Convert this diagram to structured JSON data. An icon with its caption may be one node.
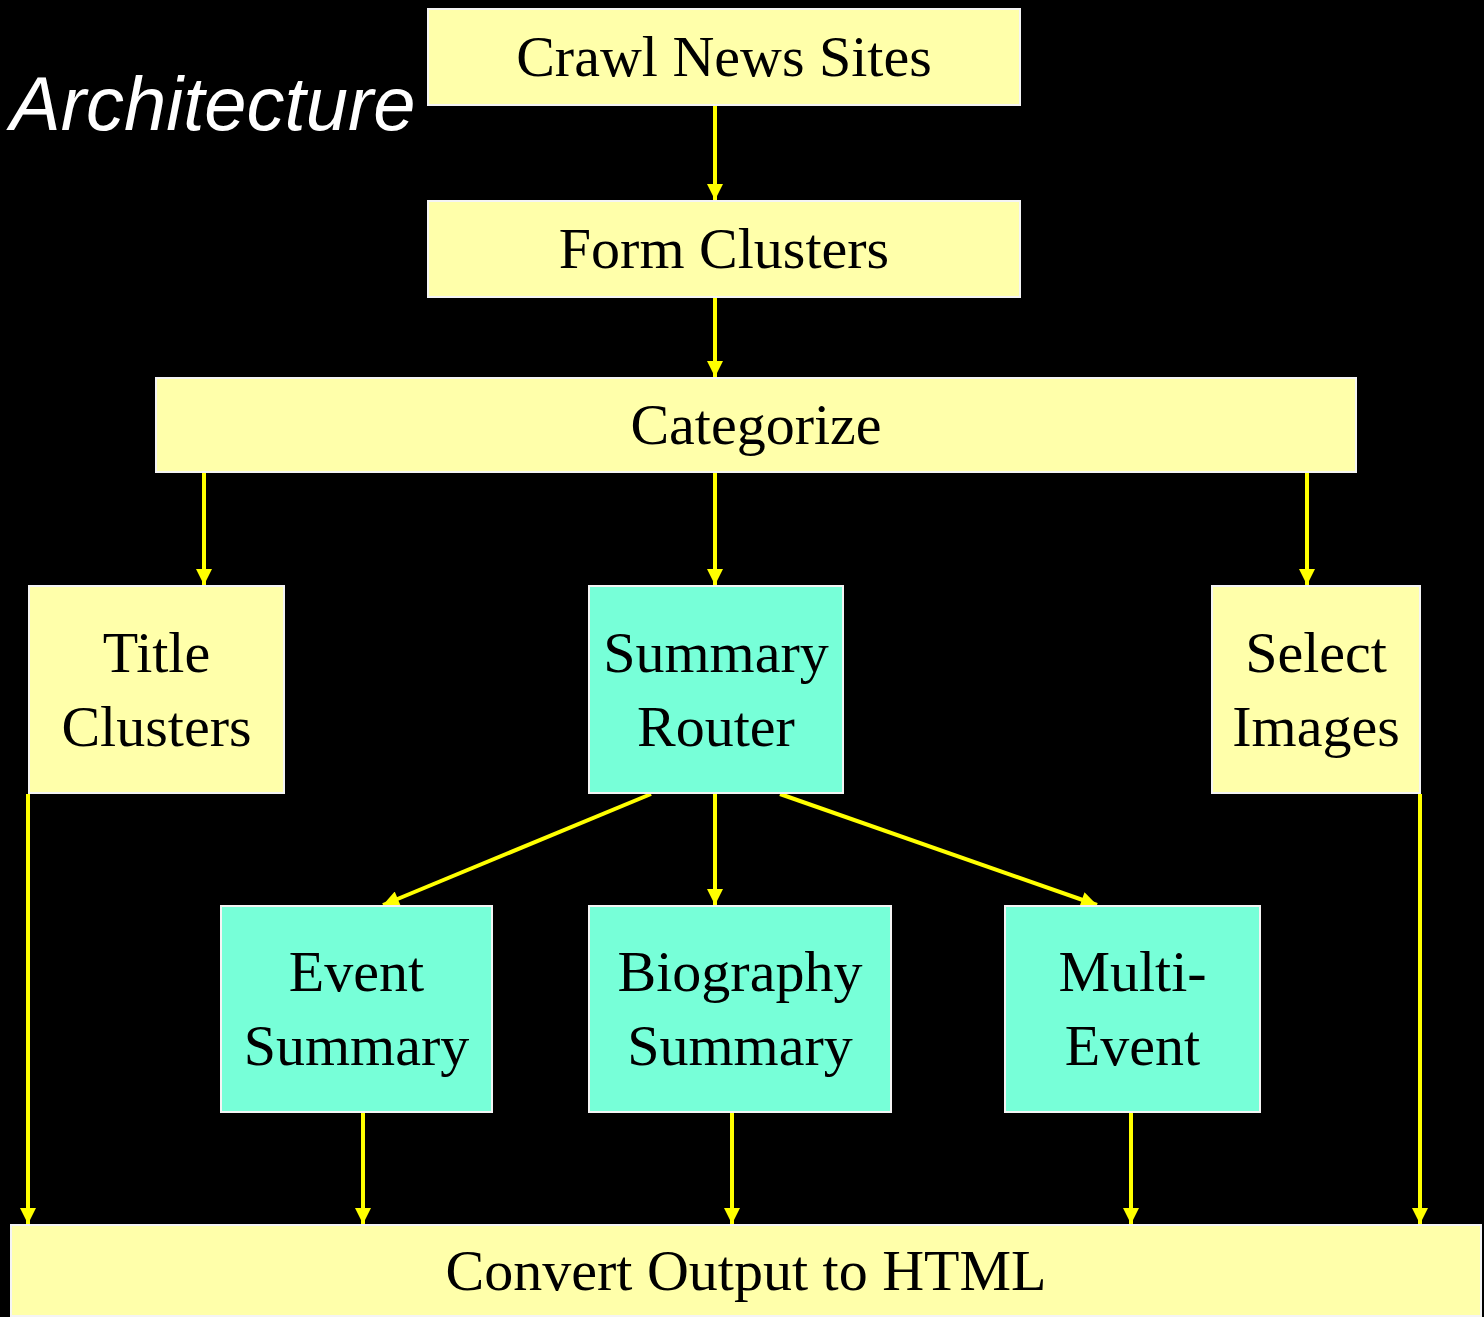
{
  "diagram": {
    "title": "Architecture",
    "nodes": [
      {
        "text": [
          "Crawl News Sites"
        ]
      },
      {
        "text": [
          "Form Clusters"
        ]
      },
      {
        "text": [
          "Categorize"
        ]
      },
      {
        "text": [
          "Title Clusters"
        ]
      },
      {
        "text": [
          "Summary Router"
        ]
      },
      {
        "text": [
          "Select Images"
        ]
      },
      {
        "text": [
          "Event Summary"
        ]
      },
      {
        "text": [
          "Biography Summary"
        ]
      },
      {
        "text": [
          "Multi-Event"
        ]
      },
      {
        "text": [
          "Convert Output to HTML"
        ]
      }
    ],
    "edges": [
      {
        "from": 0,
        "to": 1,
        "arrow": "to"
      },
      {
        "from": 1,
        "to": 2,
        "arrow": "to"
      },
      {
        "from": 2,
        "to": 3,
        "arrow": "to"
      },
      {
        "from": 2,
        "to": 4,
        "arrow": "to"
      },
      {
        "from": 2,
        "to": 5,
        "arrow": "to"
      },
      {
        "from": 4,
        "to": 6,
        "arrow": "to"
      },
      {
        "from": 4,
        "to": 7,
        "arrow": "to"
      },
      {
        "from": 4,
        "to": 8,
        "arrow": "to"
      },
      {
        "from": 3,
        "to": 9,
        "arrow": "to"
      },
      {
        "from": 6,
        "to": 9,
        "arrow": "to"
      },
      {
        "from": 7,
        "to": 9,
        "arrow": "to"
      },
      {
        "from": 8,
        "to": 9,
        "arrow": "to"
      },
      {
        "from": 5,
        "to": 9,
        "arrow": "to"
      }
    ]
  }
}
